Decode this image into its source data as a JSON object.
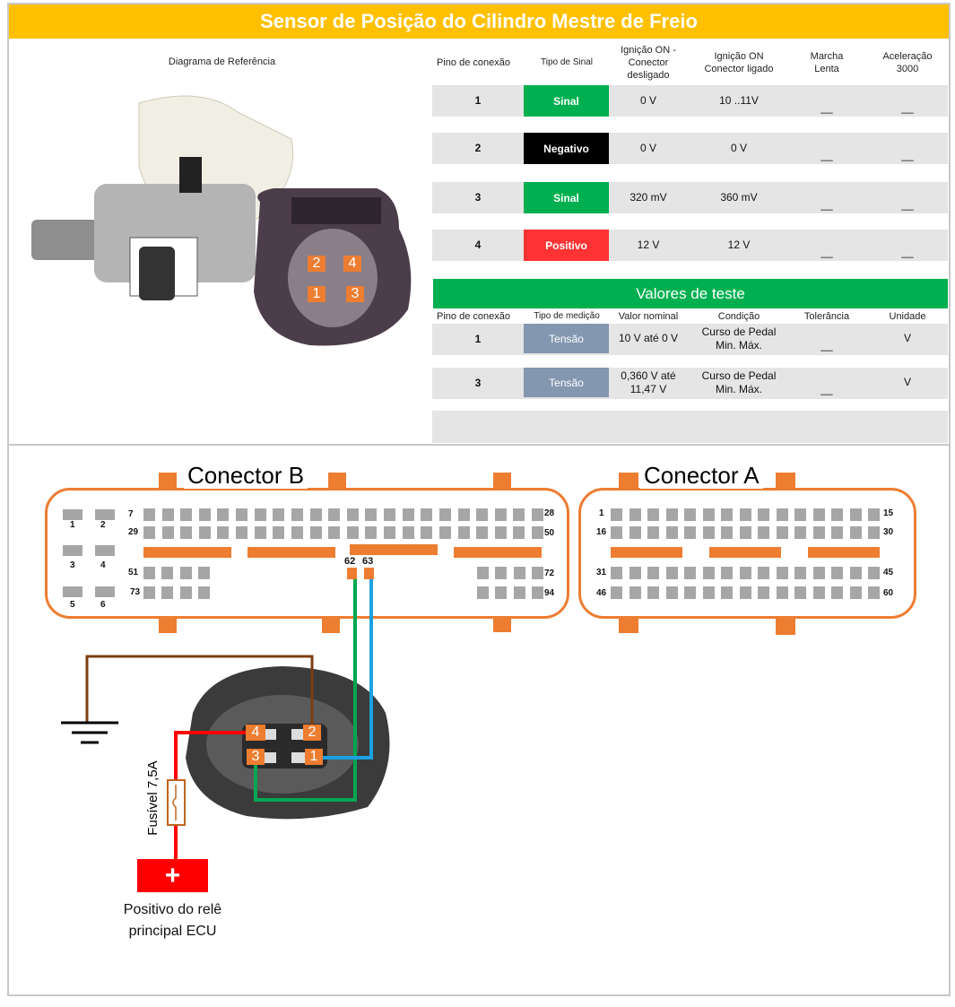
{
  "title": "Sensor de Posição do Cilindro Mestre de Freio",
  "reference_label": "Diagrama de Referência",
  "signal_table": {
    "headers": [
      "Pino de conexão",
      "Tipo de Sinal",
      "Ignição ON - Conector desligado",
      "Ignição ON Conector ligado",
      "Marcha Lenta",
      "Aceleração 3000"
    ],
    "rows": [
      {
        "pin": "1",
        "type": "Sinal",
        "type_color": "#00B050",
        "off": "0 V",
        "on": "10 ..11V",
        "idle": "__",
        "accel": "__"
      },
      {
        "pin": "2",
        "type": "Negativo",
        "type_color": "#000000",
        "off": "0 V",
        "on": "0 V",
        "idle": "__",
        "accel": "__"
      },
      {
        "pin": "3",
        "type": "Sinal",
        "type_color": "#00B050",
        "off": "320 mV",
        "on": "360 mV",
        "idle": "__",
        "accel": "__"
      },
      {
        "pin": "4",
        "type": "Positivo",
        "type_color": "#FF3333",
        "off": "12 V",
        "on": "12 V",
        "idle": "__",
        "accel": "__"
      }
    ]
  },
  "test_table": {
    "title": "Valores de teste",
    "headers": [
      "Pino de conexão",
      "Tipo de medição",
      "Valor nominal",
      "Condição",
      "Tolerância",
      "Unidade"
    ],
    "rows": [
      {
        "pin": "1",
        "type": "Tensão",
        "nominal": "10 V até 0 V",
        "condition": "Curso de Pedal Min. Máx.",
        "tolerance": "__",
        "unit": "V"
      },
      {
        "pin": "3",
        "type": "Tensão",
        "nominal": "0,360 V até 11,47 V",
        "condition": "Curso de Pedal Min. Máx.",
        "tolerance": "__",
        "unit": "V"
      }
    ]
  },
  "photo_pins": [
    "2",
    "4",
    "1",
    "3"
  ],
  "connector_b": {
    "title": "Conector B",
    "labels": {
      "p1": "1",
      "p2": "2",
      "p3": "3",
      "p4": "4",
      "p5": "5",
      "p6": "6",
      "p7": "7",
      "p28": "28",
      "p29": "29",
      "p50": "50",
      "p51": "51",
      "p72": "72",
      "p73": "73",
      "p94": "94",
      "p62": "62",
      "p63": "63"
    }
  },
  "connector_a": {
    "title": "Conector A",
    "labels": {
      "p1": "1",
      "p15": "15",
      "p16": "16",
      "p30": "30",
      "p31": "31",
      "p45": "45",
      "p46": "46",
      "p60": "60"
    }
  },
  "sensor_pins": [
    "4",
    "2",
    "3",
    "1"
  ],
  "fuse_label": "Fusível 7,5A",
  "power": {
    "symbol": "+",
    "label_line1": "Positivo do relê",
    "label_line2": "principal ECU"
  },
  "colors": {
    "orange": "#ED7D31",
    "green_wire": "#00A651",
    "blue_wire": "#1BA1E2",
    "brown_wire": "#7B3F10",
    "red_wire": "#FF0000",
    "yellow": "#FFC000"
  }
}
